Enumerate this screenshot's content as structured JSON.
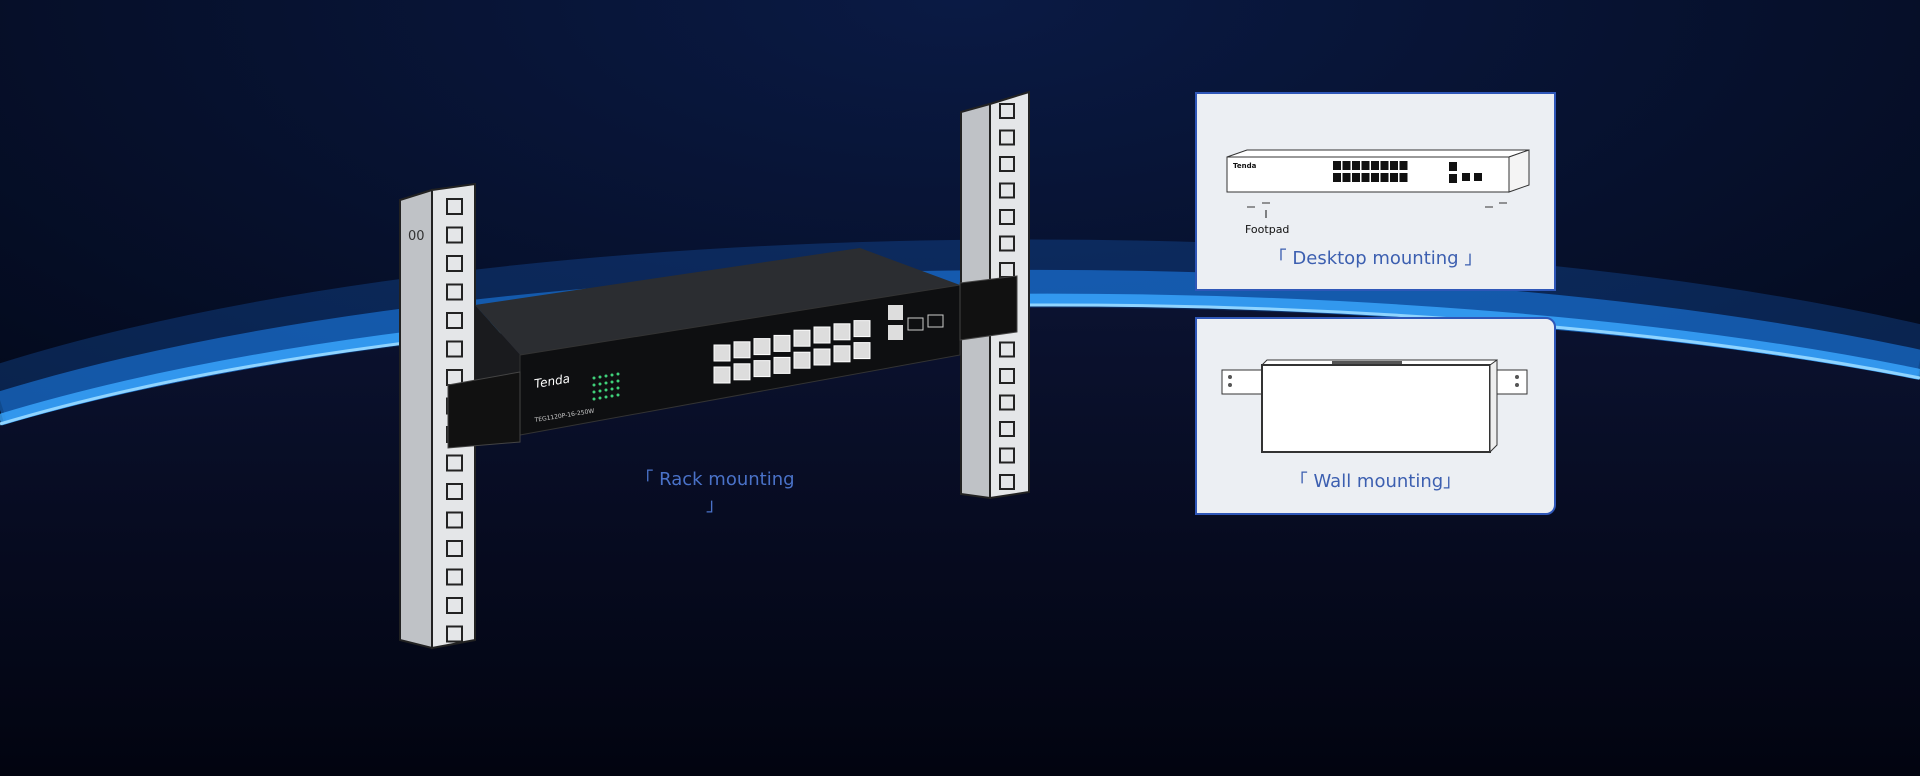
{
  "rack": {
    "caption": "「 Rack mounting 」",
    "brand": "Tenda",
    "model": "TEG1120P-16-250W"
  },
  "desktop": {
    "caption": "「 Desktop mounting 」",
    "footpad_label": "Footpad",
    "brand": "Tenda"
  },
  "wall": {
    "caption": "「 Wall mounting」"
  },
  "colors": {
    "background": "#03061a",
    "glow": "#1d8cff",
    "caption": "#3c5fb0",
    "card_border": "#2f57b8"
  }
}
